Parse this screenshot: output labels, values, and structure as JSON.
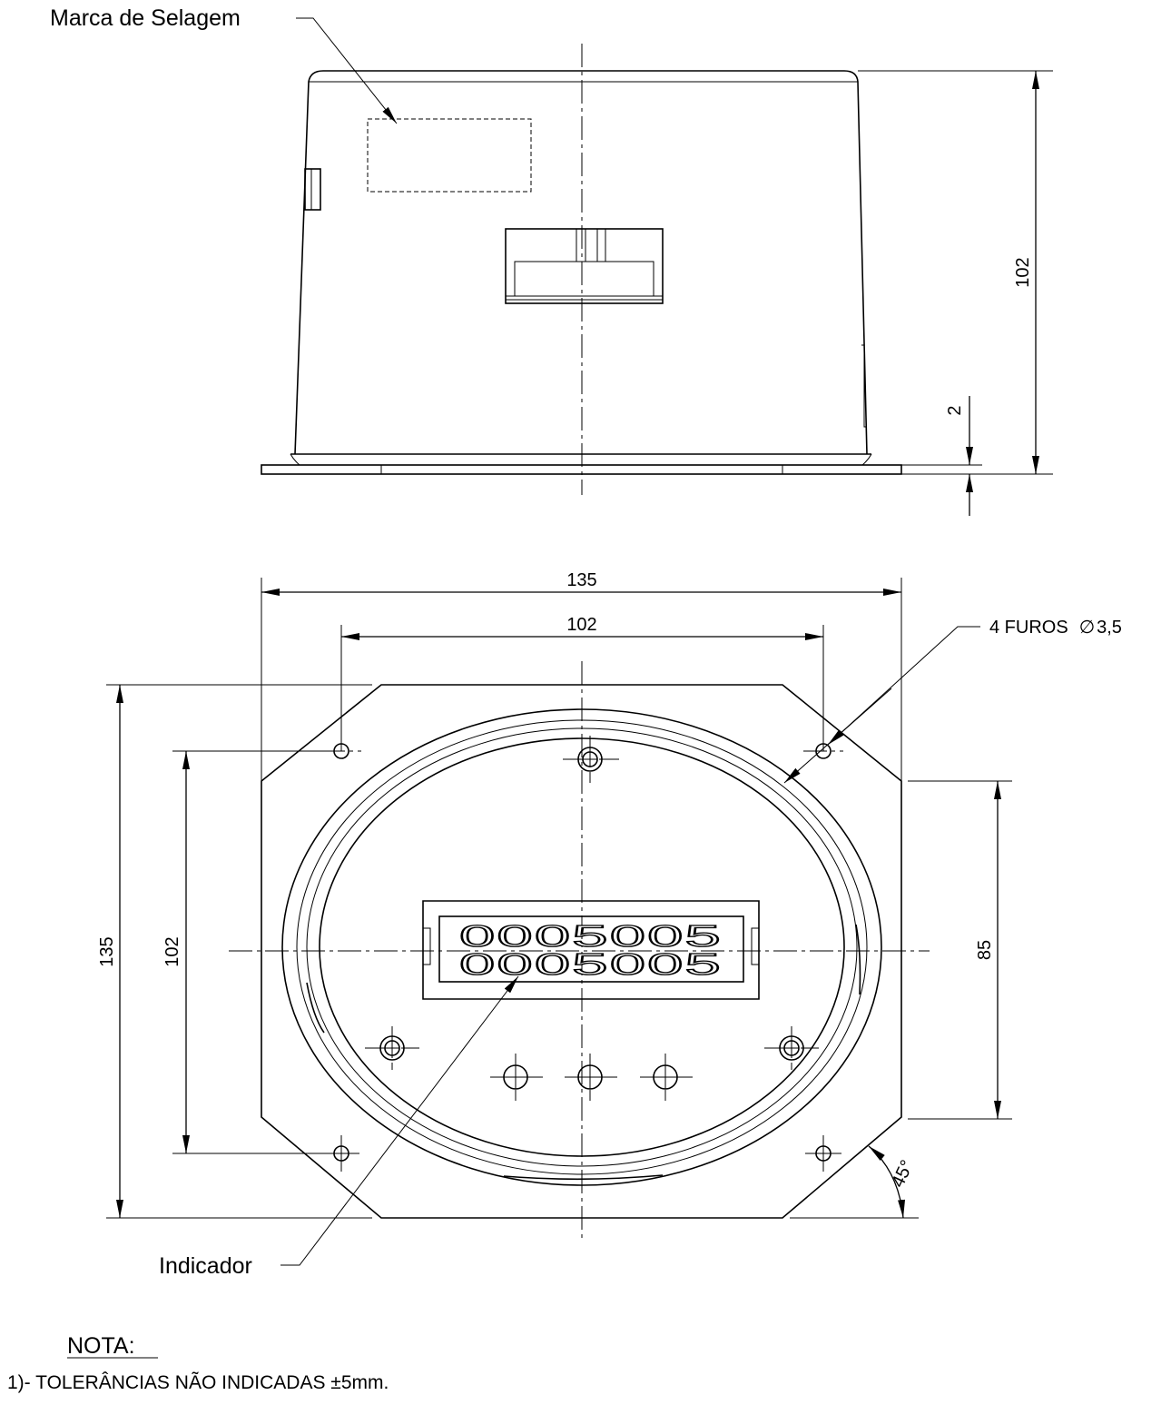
{
  "labels": {
    "sealing_mark": "Marca de Selagem",
    "holes_note": "4 FUROS",
    "hole_diameter_symbol": "∅",
    "hole_diameter": "3,5",
    "indicator": "Indicador",
    "note_title": "NOTA:",
    "note_1": "1)- TOLERÂNCIAS NÃO INDICADAS ±5mm."
  },
  "side_view": {
    "height": "102",
    "flange_thickness": "2"
  },
  "front_view": {
    "overall_width": "135",
    "hole_spacing_horizontal": "102",
    "overall_height": "135",
    "hole_spacing_vertical": "102",
    "flat_side_height": "85",
    "chamfer_angle": "45°"
  },
  "display": {
    "row_1": "0005005",
    "row_2": "0005005"
  }
}
